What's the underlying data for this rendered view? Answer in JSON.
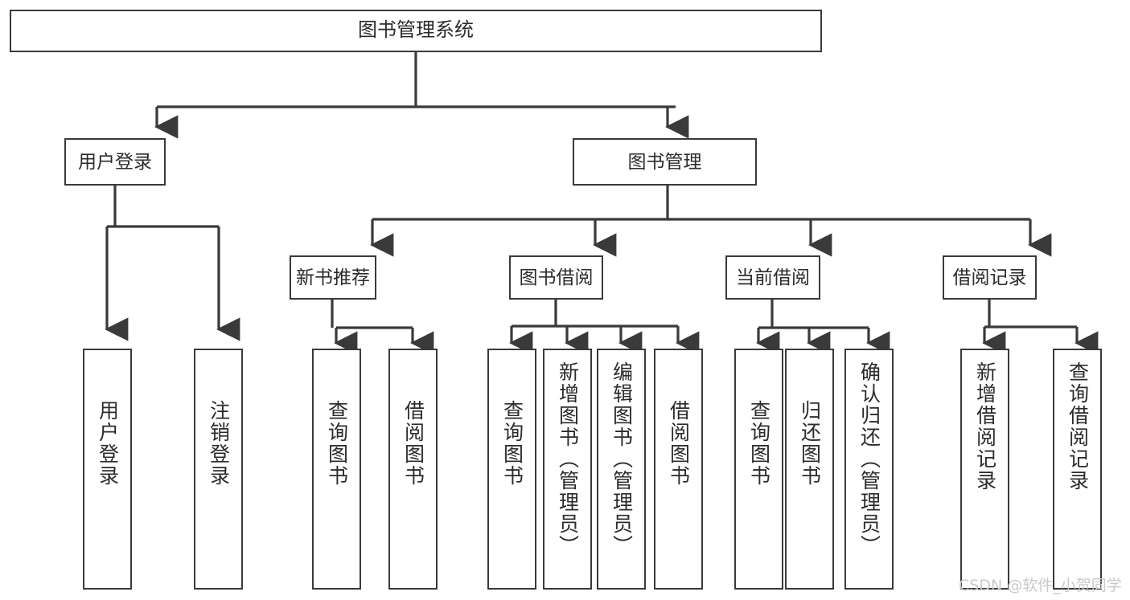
{
  "diagram": {
    "type": "tree",
    "title": "图书管理系统",
    "root": {
      "id": "root",
      "label": "图书管理系统"
    },
    "level2": [
      {
        "id": "user-login",
        "label": "用户登录"
      },
      {
        "id": "book-management",
        "label": "图书管理"
      }
    ],
    "level3": [
      {
        "id": "new-book-recommend",
        "label": "新书推荐"
      },
      {
        "id": "book-borrow",
        "label": "图书借阅"
      },
      {
        "id": "current-borrow",
        "label": "当前借阅"
      },
      {
        "id": "borrow-record",
        "label": "借阅记录"
      }
    ],
    "leaves": [
      {
        "id": "leaf-user-login",
        "label": "用户登录",
        "parent": "user-login"
      },
      {
        "id": "leaf-logout-login",
        "label": "注销登录",
        "parent": "user-login"
      },
      {
        "id": "leaf-query-book-1",
        "label": "查询图书",
        "parent": "new-book-recommend"
      },
      {
        "id": "leaf-borrow-book-1",
        "label": "借阅图书",
        "parent": "new-book-recommend"
      },
      {
        "id": "leaf-query-book-2",
        "label": "查询图书",
        "parent": "book-borrow"
      },
      {
        "id": "leaf-add-book",
        "label": "新增图书（管理员）",
        "parent": "book-borrow"
      },
      {
        "id": "leaf-edit-book",
        "label": "编辑图书（管理员）",
        "parent": "book-borrow"
      },
      {
        "id": "leaf-borrow-book-2",
        "label": "借阅图书",
        "parent": "book-borrow"
      },
      {
        "id": "leaf-query-book-3",
        "label": "查询图书",
        "parent": "current-borrow"
      },
      {
        "id": "leaf-return-book",
        "label": "归还图书",
        "parent": "current-borrow"
      },
      {
        "id": "leaf-confirm-return",
        "label": "确认归还（管理员）",
        "parent": "current-borrow"
      },
      {
        "id": "leaf-add-record",
        "label": "新增借阅记录",
        "parent": "borrow-record"
      },
      {
        "id": "leaf-query-record",
        "label": "查询借阅记录",
        "parent": "borrow-record"
      }
    ],
    "colors": {
      "border": "#3a3a3a",
      "background": "#ffffff",
      "text": "#2b2b2b",
      "connector": "#3a3a3a",
      "watermark": "#c9c9c9"
    }
  },
  "watermark": {
    "text": "CSDN @软件_小贺同学"
  }
}
